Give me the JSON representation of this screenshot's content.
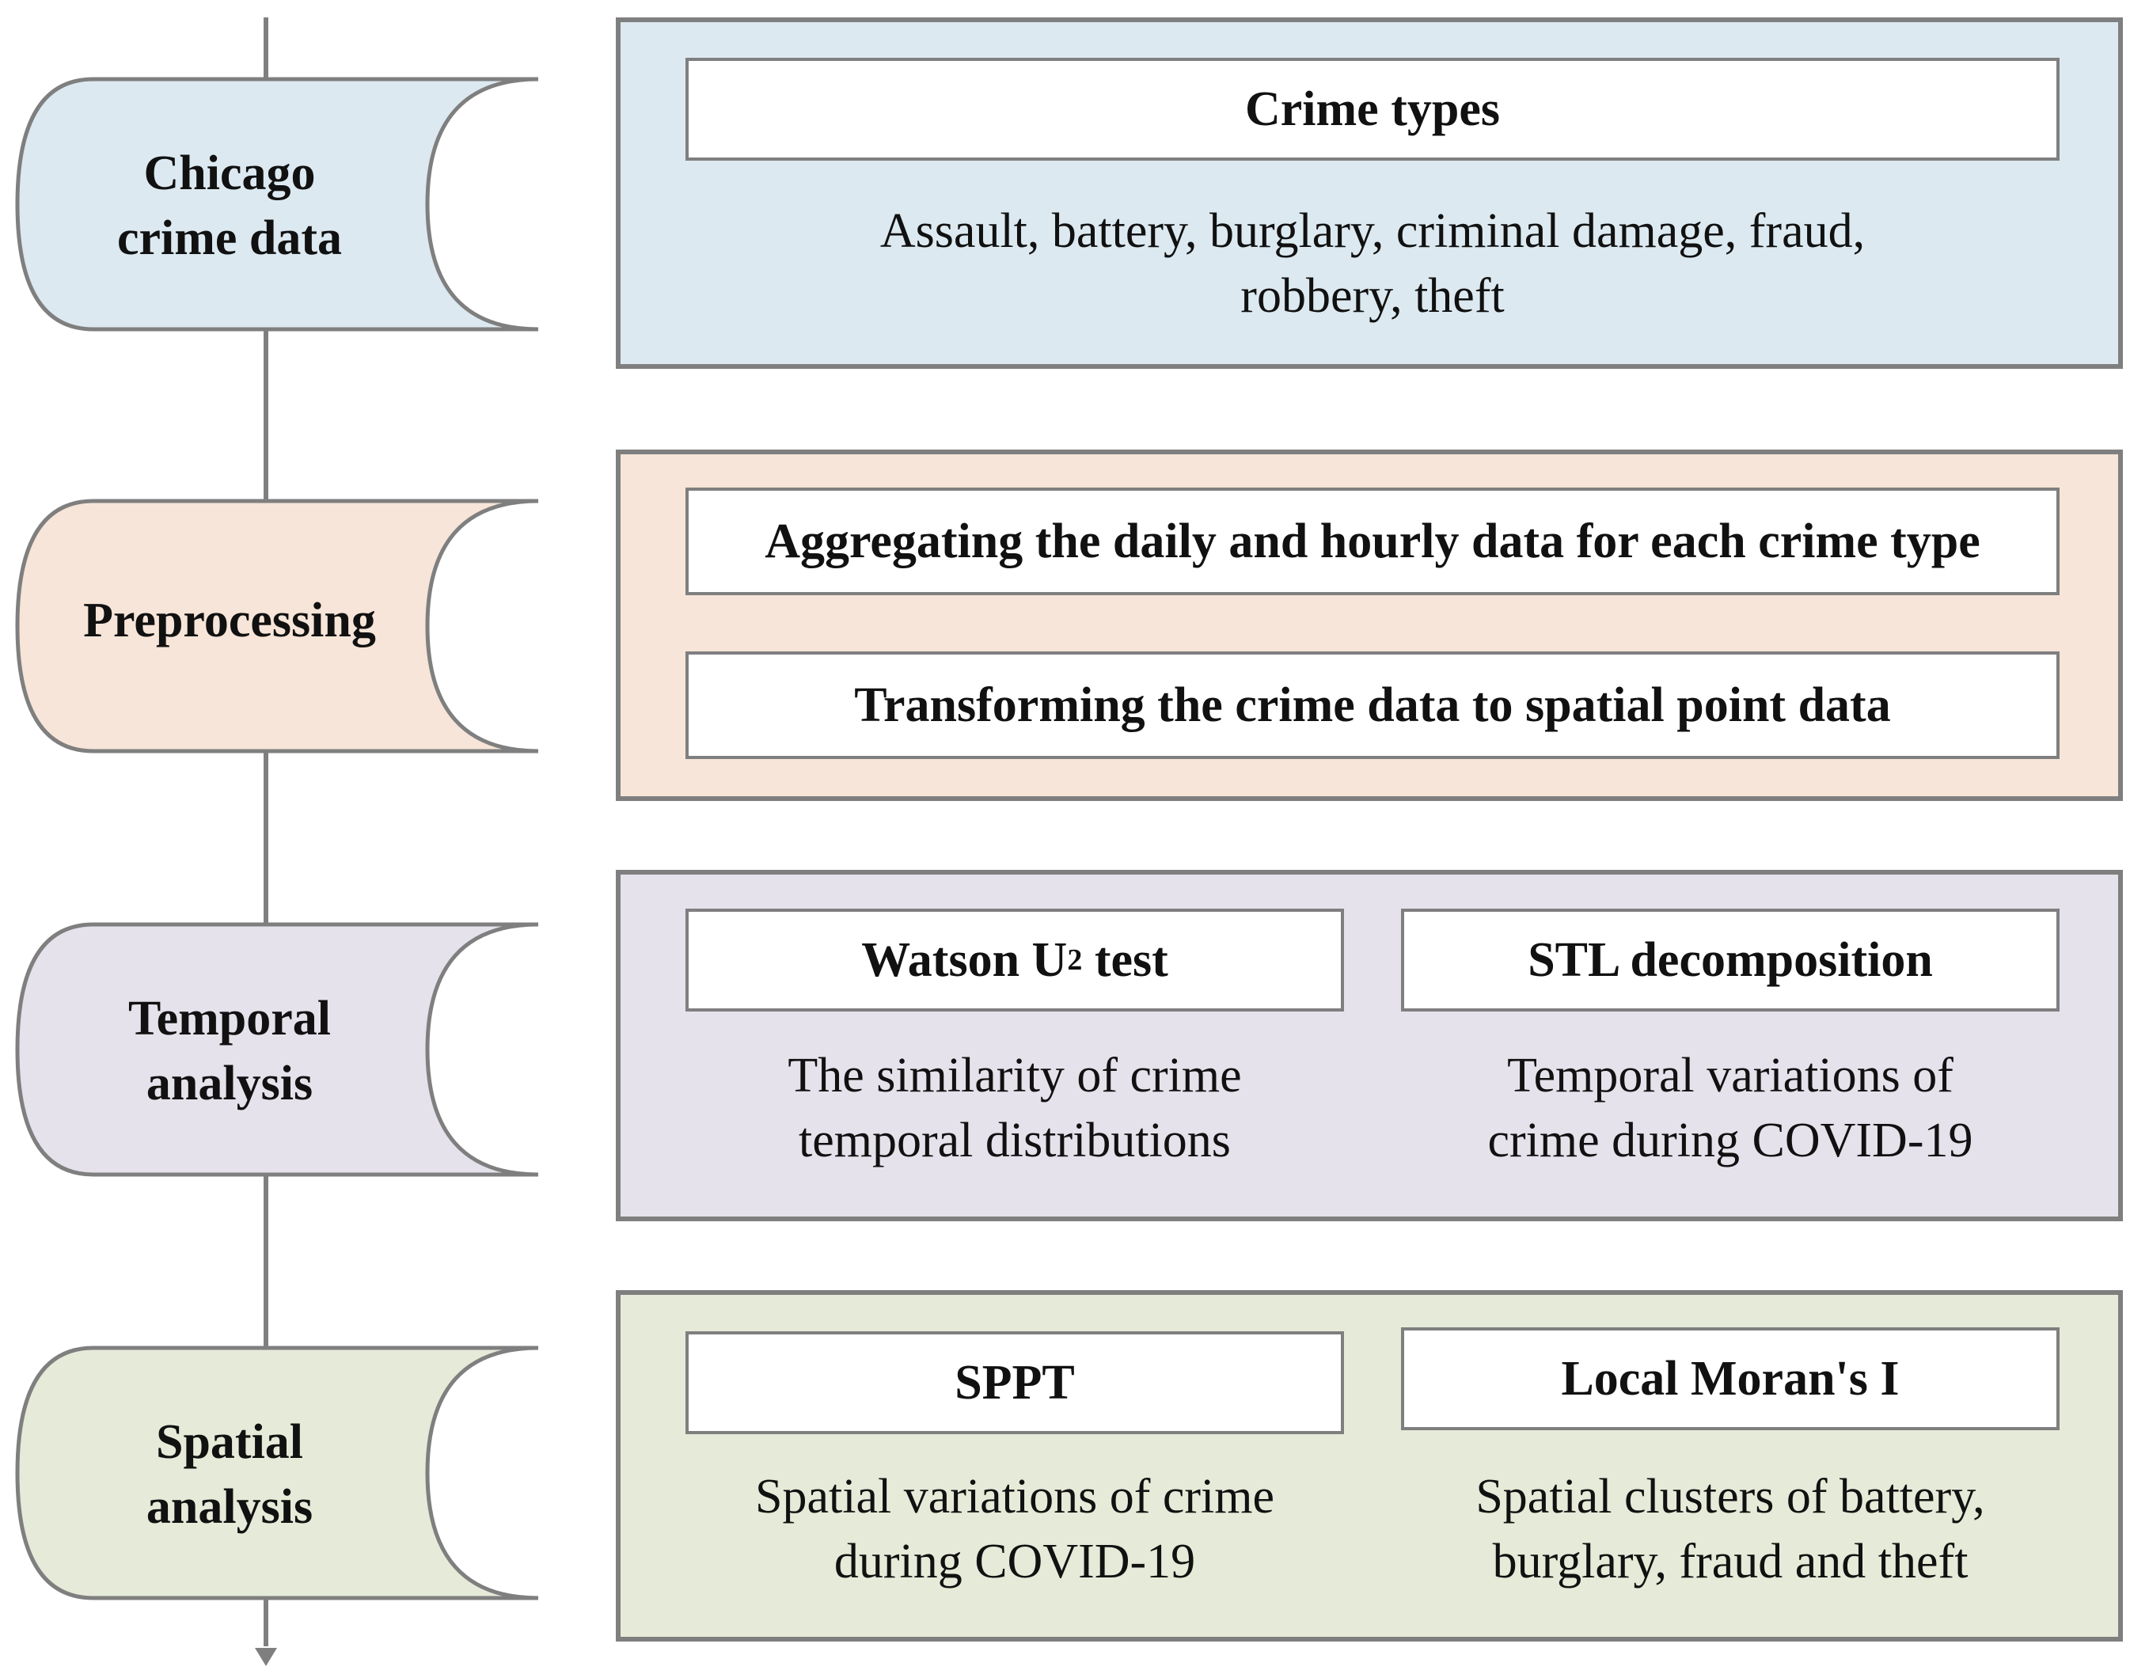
{
  "steps": [
    {
      "label": "Chicago crime data",
      "line1": "Chicago",
      "line2": "crime data",
      "fill": "#dce9f0"
    },
    {
      "label": "Preprocessing",
      "fill": "#f6e5d8"
    },
    {
      "label": "Temporal analysis",
      "line1": "Temporal",
      "line2": "analysis",
      "fill": "#e6e2ec"
    },
    {
      "label": "Spatial analysis",
      "line1": "Spatial",
      "line2": "analysis",
      "fill": "#e6ead8"
    }
  ],
  "panels": {
    "crime_data": {
      "title": "Crime types",
      "desc_line1": "Assault, battery, burglary, criminal  damage, fraud,",
      "desc_line2": "robbery, theft"
    },
    "preprocessing": {
      "box1": "Aggregating the daily and hourly data for each crime type",
      "box2": "Transforming the crime data to spatial point data"
    },
    "temporal": {
      "left_title_main": "Watson U",
      "left_title_sup": "2",
      "left_title_tail": " test",
      "left_desc_line1": "The similarity  of crime",
      "left_desc_line2": "temporal distributions",
      "right_title": "STL decomposition",
      "right_desc_line1": "Temporal variations of",
      "right_desc_line2": "crime  during COVID-19"
    },
    "spatial": {
      "left_title": "SPPT",
      "left_desc_line1": "Spatial variations of crime",
      "left_desc_line2": "during COVID-19",
      "right_title": "Local Moran's I",
      "right_desc_line1": "Spatial clusters of battery,",
      "right_desc_line2": "burglary, fraud and theft"
    }
  },
  "colors": {
    "line": "#7f7f7f",
    "blue": "#dce9f0",
    "peach": "#f6e5d8",
    "lavender": "#e6e2ec",
    "green": "#e6ead8"
  }
}
